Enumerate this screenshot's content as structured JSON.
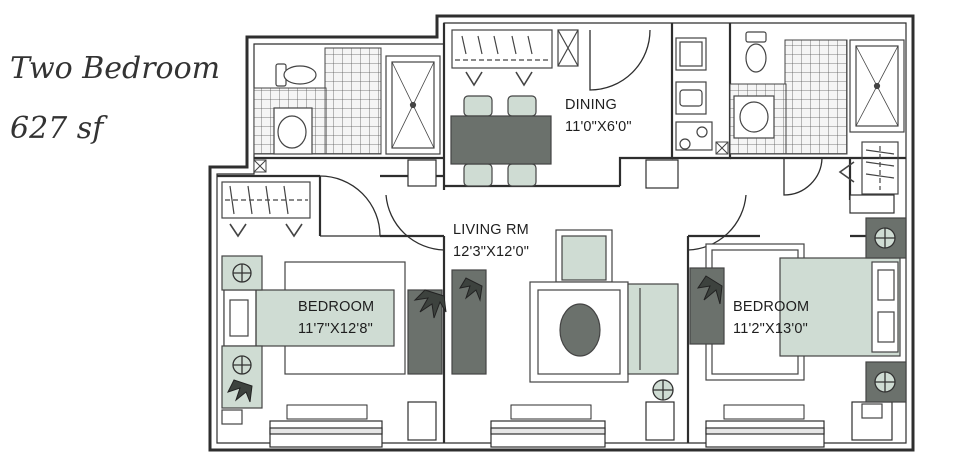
{
  "title": {
    "name": "Two Bedroom",
    "area": "627 sf"
  },
  "rooms": {
    "dining": {
      "name": "DINING",
      "size": "11'0\"X6'0\""
    },
    "living": {
      "name": "LIVING RM",
      "size": "12'3\"X12'0\""
    },
    "bedroom_left": {
      "name": "BEDROOM",
      "size": "11'7\"X12'8\""
    },
    "bedroom_right": {
      "name": "BEDROOM",
      "size": "11'2\"X13'0\""
    }
  },
  "colors": {
    "wall": "#2e2e2e",
    "fixture": "#444444",
    "furniture_fill": "#cfdcd3",
    "dark_fill": "#6b716c",
    "background": "#ffffff"
  },
  "icons": [
    "toilet-icon",
    "sink-icon",
    "shower-icon",
    "plant-icon",
    "lamp-icon",
    "outlet-icon",
    "hvac-icon"
  ]
}
